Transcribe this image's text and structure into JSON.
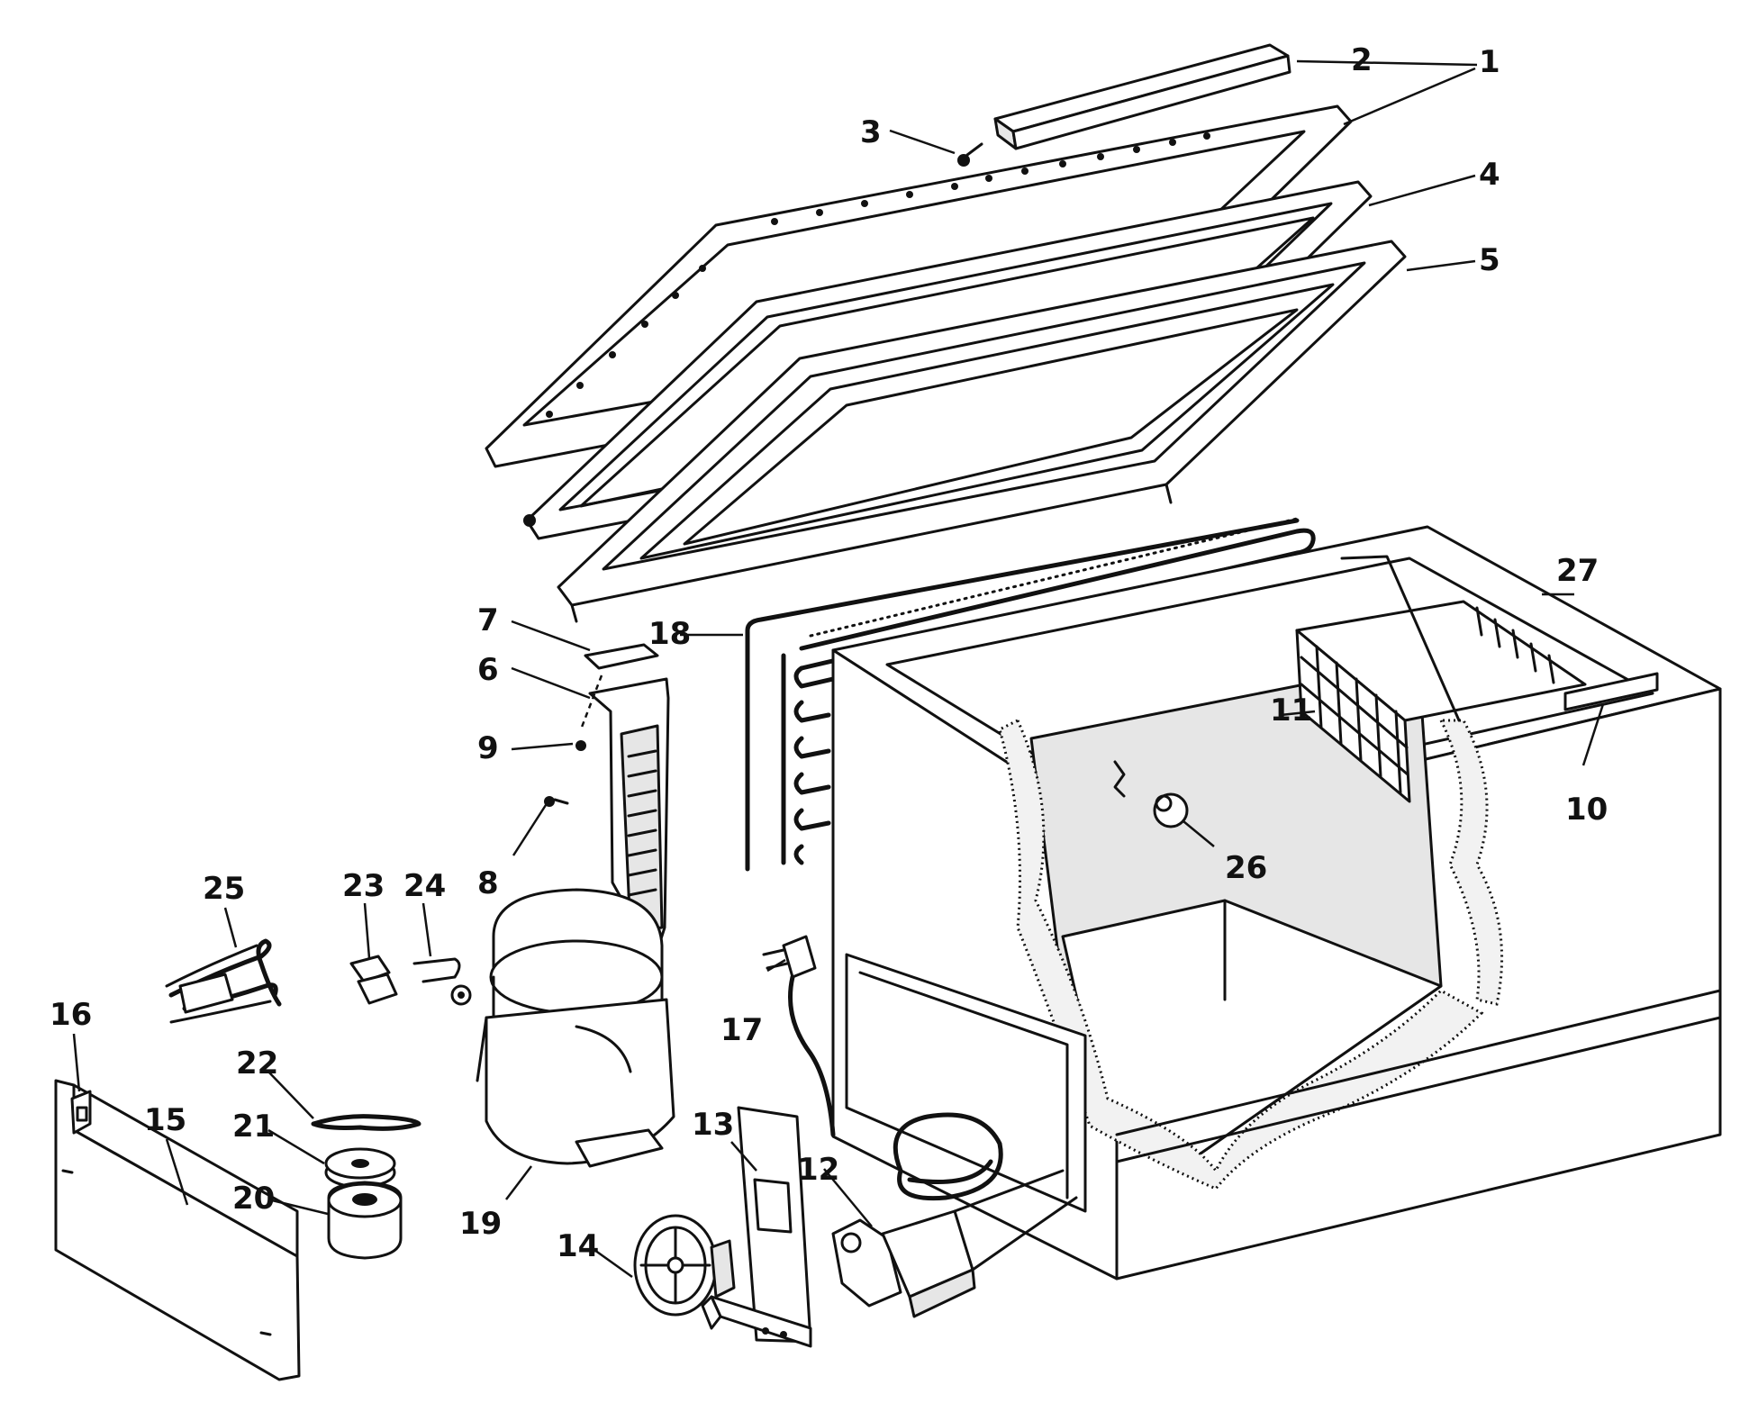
{
  "diagram": {
    "callouts": [
      {
        "id": "1",
        "label": "1"
      },
      {
        "id": "2",
        "label": "2"
      },
      {
        "id": "3",
        "label": "3"
      },
      {
        "id": "4",
        "label": "4"
      },
      {
        "id": "5",
        "label": "5"
      },
      {
        "id": "6",
        "label": "6"
      },
      {
        "id": "7",
        "label": "7"
      },
      {
        "id": "8",
        "label": "8"
      },
      {
        "id": "9",
        "label": "9"
      },
      {
        "id": "10",
        "label": "10"
      },
      {
        "id": "11",
        "label": "11"
      },
      {
        "id": "12",
        "label": "12"
      },
      {
        "id": "13",
        "label": "13"
      },
      {
        "id": "14",
        "label": "14"
      },
      {
        "id": "15",
        "label": "15"
      },
      {
        "id": "16",
        "label": "16"
      },
      {
        "id": "17",
        "label": "17"
      },
      {
        "id": "18",
        "label": "18"
      },
      {
        "id": "19",
        "label": "19"
      },
      {
        "id": "20",
        "label": "20"
      },
      {
        "id": "21",
        "label": "21"
      },
      {
        "id": "22",
        "label": "22"
      },
      {
        "id": "23",
        "label": "23"
      },
      {
        "id": "24",
        "label": "24"
      },
      {
        "id": "25",
        "label": "25"
      },
      {
        "id": "26",
        "label": "26"
      },
      {
        "id": "27",
        "label": "27"
      }
    ],
    "colors": {
      "ink": "#111111",
      "paper": "#ffffff"
    }
  }
}
